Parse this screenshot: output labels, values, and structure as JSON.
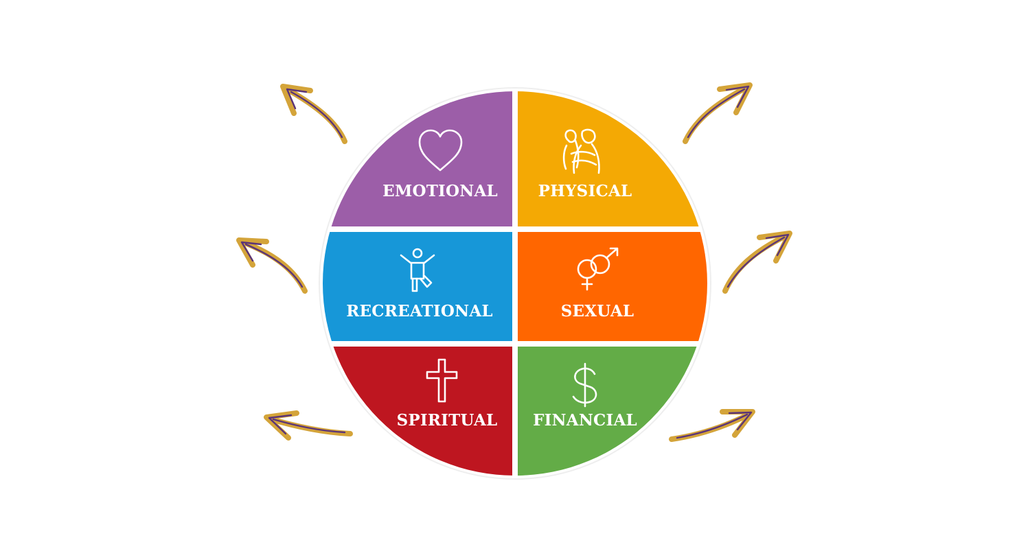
{
  "diagram": {
    "segments": [
      {
        "id": "emotional",
        "label": "EMOTIONAL",
        "color": "#9c5ea8",
        "icon": "heart-icon"
      },
      {
        "id": "physical",
        "label": "PHYSICAL",
        "color": "#f4a904",
        "icon": "embracing-couple-icon"
      },
      {
        "id": "recreational",
        "label": "RECREATIONAL",
        "color": "#1797d8",
        "icon": "person-jumping-icon"
      },
      {
        "id": "sexual",
        "label": "SEXUAL",
        "color": "#ff6600",
        "icon": "gender-symbols-icon"
      },
      {
        "id": "spiritual",
        "label": "SPIRITUAL",
        "color": "#be1620",
        "icon": "cross-icon"
      },
      {
        "id": "financial",
        "label": "FINANCIAL",
        "color": "#63ac47",
        "icon": "dollar-sign-icon"
      }
    ],
    "arrow_colors": {
      "body": "#d4a43a",
      "accent": "#5b3478"
    }
  }
}
